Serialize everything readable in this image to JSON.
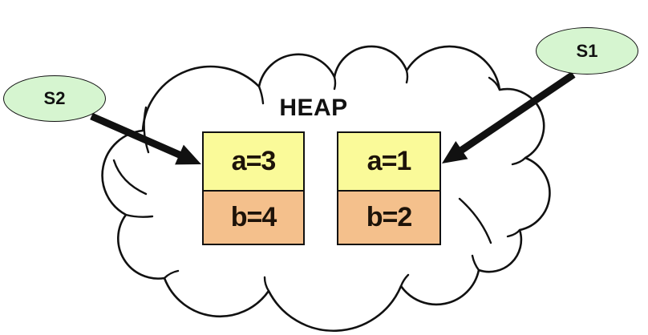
{
  "cloud": {
    "label": "HEAP"
  },
  "references": [
    {
      "id": "s2",
      "label": "S2"
    },
    {
      "id": "s1",
      "label": "S1"
    }
  ],
  "objects": [
    {
      "fields": [
        {
          "name": "a",
          "text": "a=3"
        },
        {
          "name": "b",
          "text": "b=4"
        }
      ]
    },
    {
      "fields": [
        {
          "name": "a",
          "text": "a=1"
        },
        {
          "name": "b",
          "text": "b=2"
        }
      ]
    }
  ],
  "colors": {
    "background": "#ffffff",
    "outline": "#111111",
    "arrow": "#111111",
    "reference_fill": "#d6f5d0",
    "field_a_fill": "#fafa99",
    "field_b_fill": "#f4c08c",
    "text_color": "#111111",
    "field_text_color": "#1d1309"
  }
}
